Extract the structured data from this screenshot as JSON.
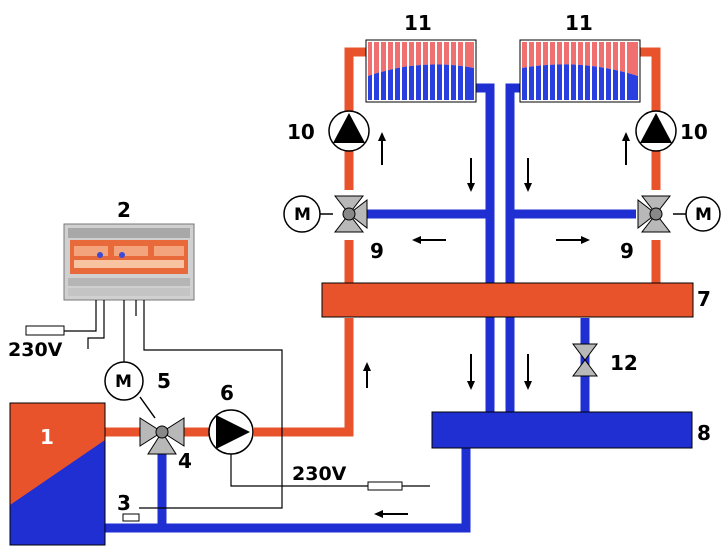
{
  "labels": {
    "boiler": "1",
    "controller": "2",
    "sensor": "3",
    "mix_valve_main": "4",
    "motor_main": "5",
    "pump_main": "6",
    "distributor": "7",
    "return_header": "8",
    "mix_valve_left": "9",
    "mix_valve_right": "9",
    "pump_left": "10",
    "pump_right": "10",
    "radiator_left": "11",
    "radiator_right": "11",
    "balance_valve": "12"
  },
  "motor_symbol": "M",
  "voltage_left": "230V",
  "voltage_right": "230V",
  "colors": {
    "supply": "#e8532c",
    "return": "#1f2fd2"
  }
}
